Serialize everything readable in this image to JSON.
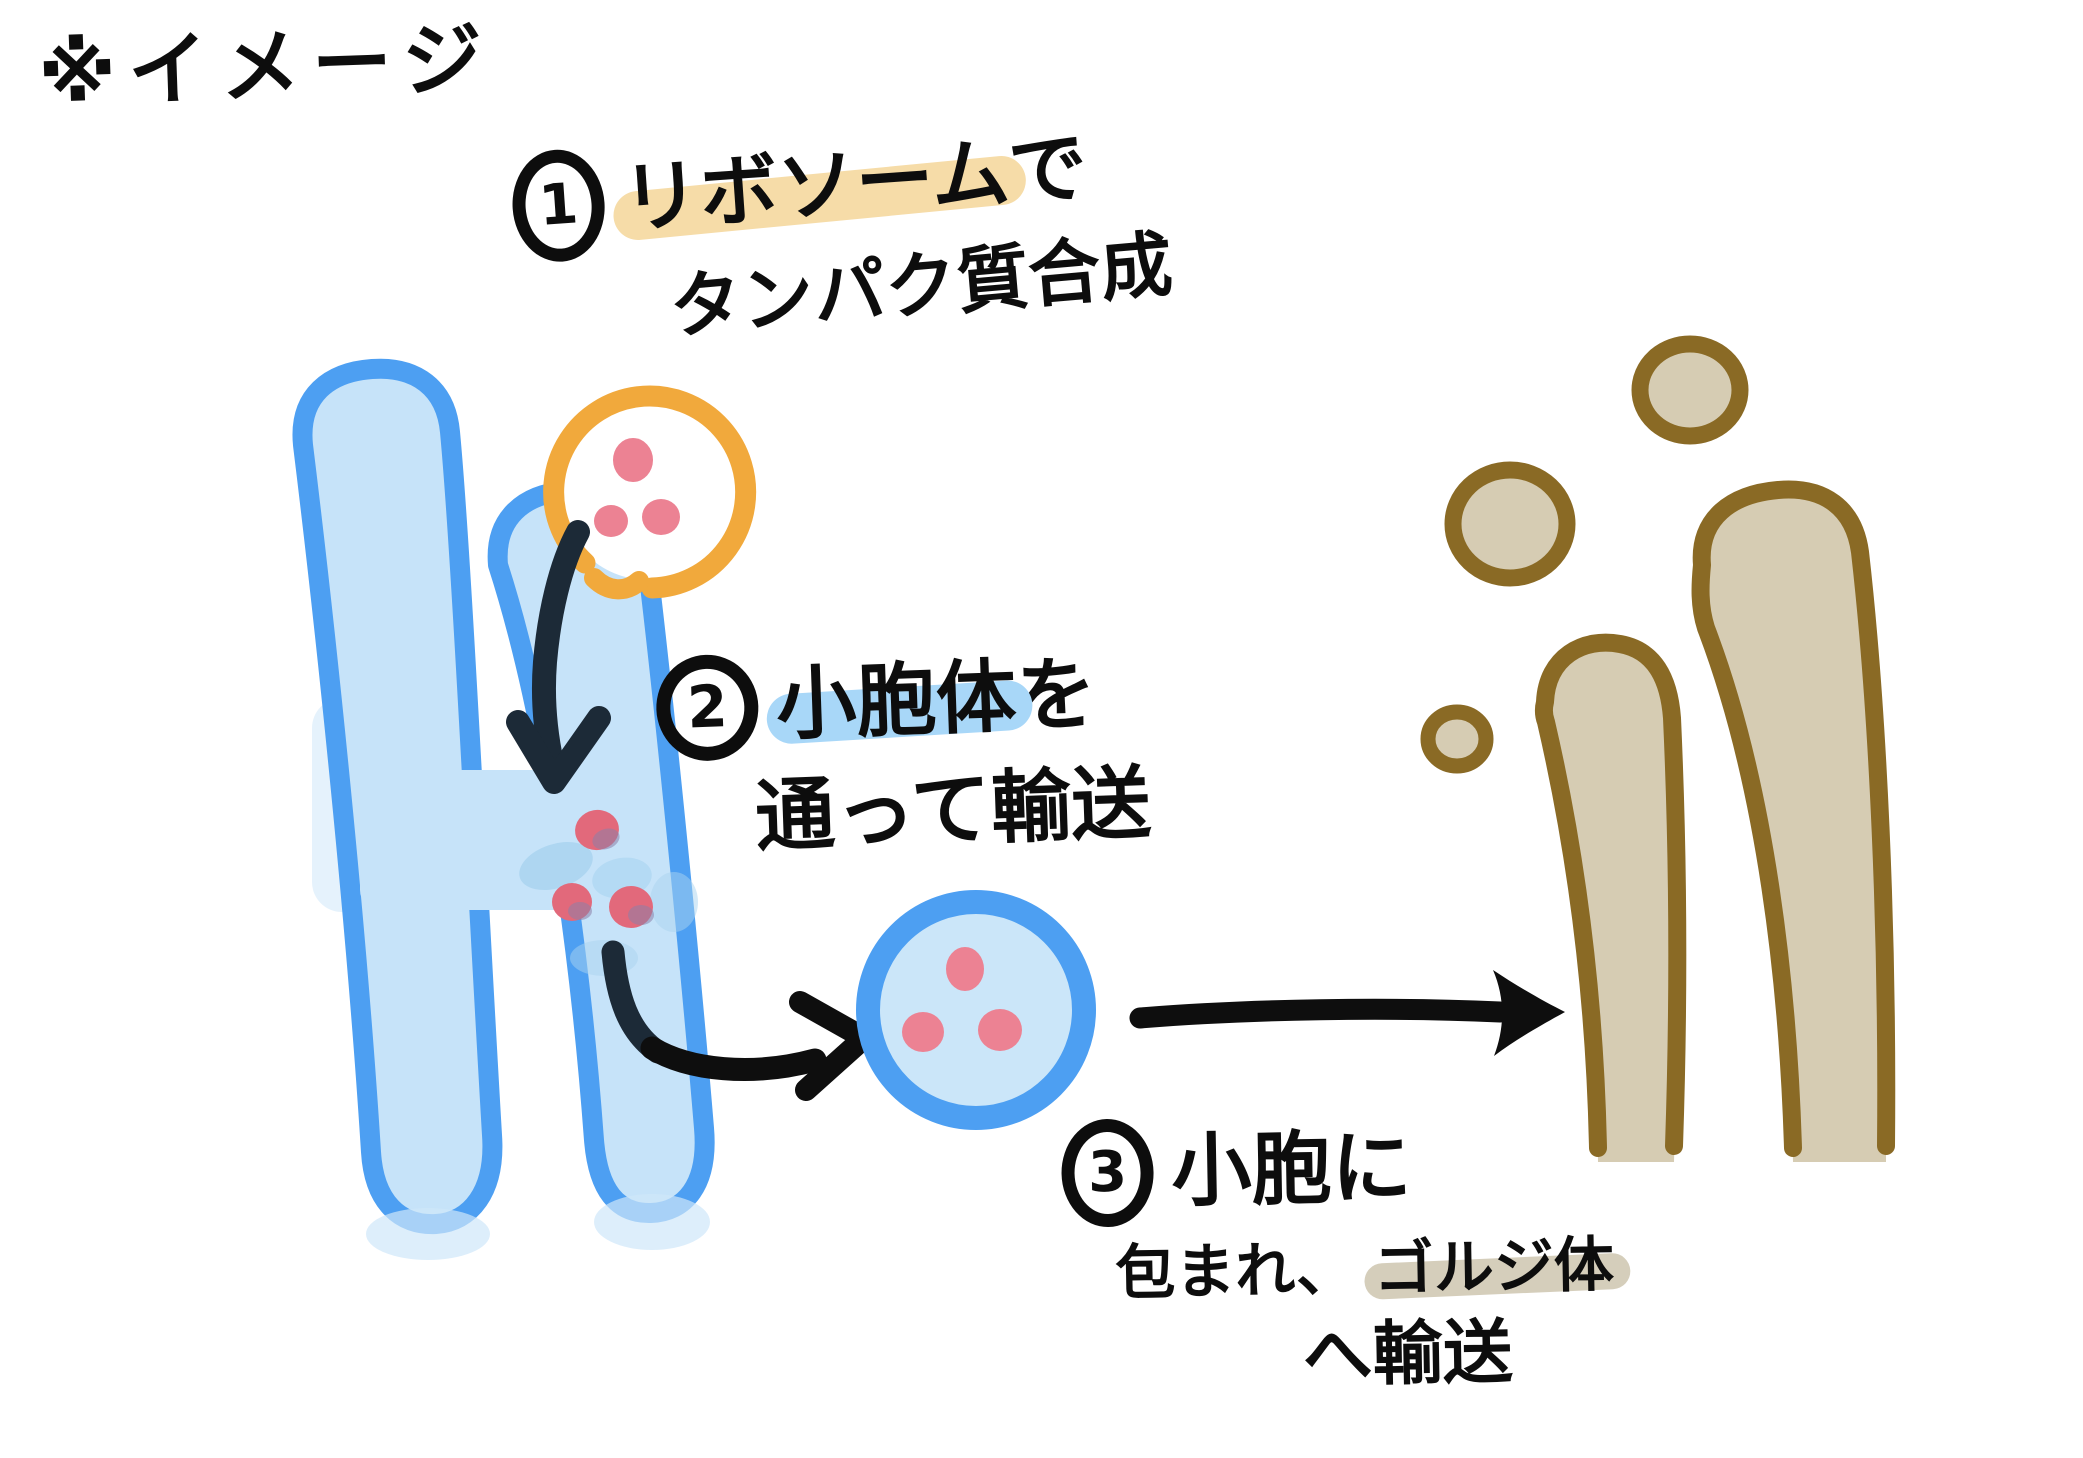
{
  "note": "※イメージ",
  "steps": [
    {
      "num": "1",
      "highlight": "リボソーム",
      "post": "で",
      "line2": "タンパク質合成"
    },
    {
      "num": "2",
      "highlight": "小胞体",
      "post": "を",
      "line2": "通って輸送"
    },
    {
      "num": "3",
      "line1": "小胞に",
      "line2_pre": "包まれ、",
      "line2_highlight": "ゴルジ体",
      "line3": "へ輸送"
    }
  ],
  "colors": {
    "er_outline": "#4D9FF2",
    "er_fill": "#C6E3F9",
    "er_lumen_shade": "#A9D4F0",
    "ribosome_ring": "#F1A93C",
    "protein_dot": "#EC8293",
    "protein_dot_er": "#E2697B",
    "protein_dot_shade": "#8D7FA8",
    "vesicle_outline": "#4D9FF2",
    "vesicle_fill": "#CBE6F9",
    "golgi_outline": "#8A6A25",
    "golgi_fill": "#D6CCB3",
    "arrow_navy": "#1C2A37",
    "arrow_black": "#0E0E0E",
    "highlight_ribosome": "#F6DCA8",
    "highlight_er": "#A8D7F8",
    "highlight_golgi": "#D5CEBB",
    "ink": "#0D0D0D",
    "background": "#FFFFFF"
  }
}
